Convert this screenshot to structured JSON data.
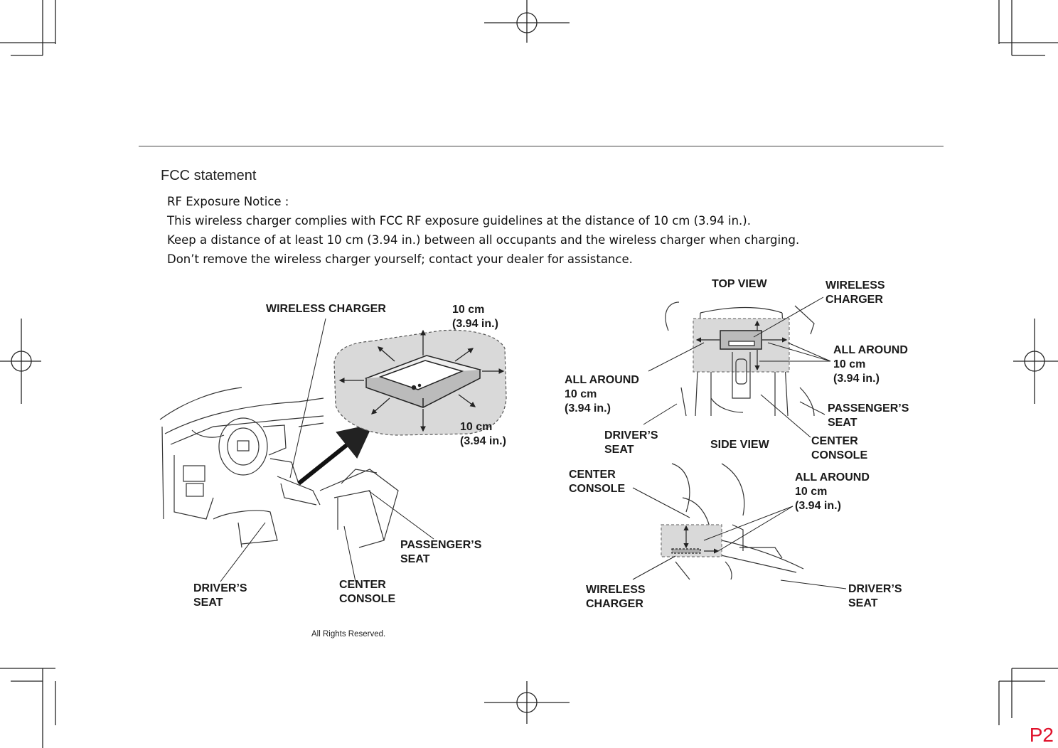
{
  "heading": "FCC statement",
  "notice_lines": [
    "RF Exposure Notice :",
    "This wireless charger complies with FCC RF exposure guidelines at the distance of 10 cm (3.94 in.).",
    "Keep a distance of at least 10 cm (3.94 in.) between all occupants and the wireless charger when charging.",
    "Don’t remove the wireless charger yourself; contact your dealer for assistance."
  ],
  "left_figure": {
    "wireless_charger": "WIRELESS CHARGER",
    "distance_top": [
      "10 cm",
      "(3.94 in.)"
    ],
    "distance_bottom": [
      "10 cm",
      "(3.94 in.)"
    ],
    "passengers_seat": [
      "PASSENGER’S",
      "SEAT"
    ],
    "center_console": [
      "CENTER",
      "CONSOLE"
    ],
    "drivers_seat": [
      "DRIVER’S",
      "SEAT"
    ]
  },
  "right_figure": {
    "top_view": "TOP VIEW",
    "wireless_charger_top": [
      "WIRELESS",
      "CHARGER"
    ],
    "all_around_right": [
      "ALL AROUND",
      "10 cm",
      "(3.94 in.)"
    ],
    "all_around_left": [
      "ALL AROUND",
      "10 cm",
      "(3.94 in.)"
    ],
    "passengers_seat": [
      "PASSENGER’S",
      "SEAT"
    ],
    "drivers_seat_top": [
      "DRIVER’S",
      "SEAT"
    ],
    "side_view": "SIDE VIEW",
    "center_console_top": [
      "CENTER",
      "CONSOLE"
    ],
    "center_console_side": [
      "CENTER",
      "CONSOLE"
    ],
    "all_around_side": [
      "ALL AROUND",
      "10 cm",
      "(3.94 in.)"
    ],
    "wireless_charger_side": [
      "WIRELESS",
      "CHARGER"
    ],
    "drivers_seat_side": [
      "DRIVER’S",
      "SEAT"
    ]
  },
  "rights": "All Rights Reserved.",
  "page_number": "P2"
}
